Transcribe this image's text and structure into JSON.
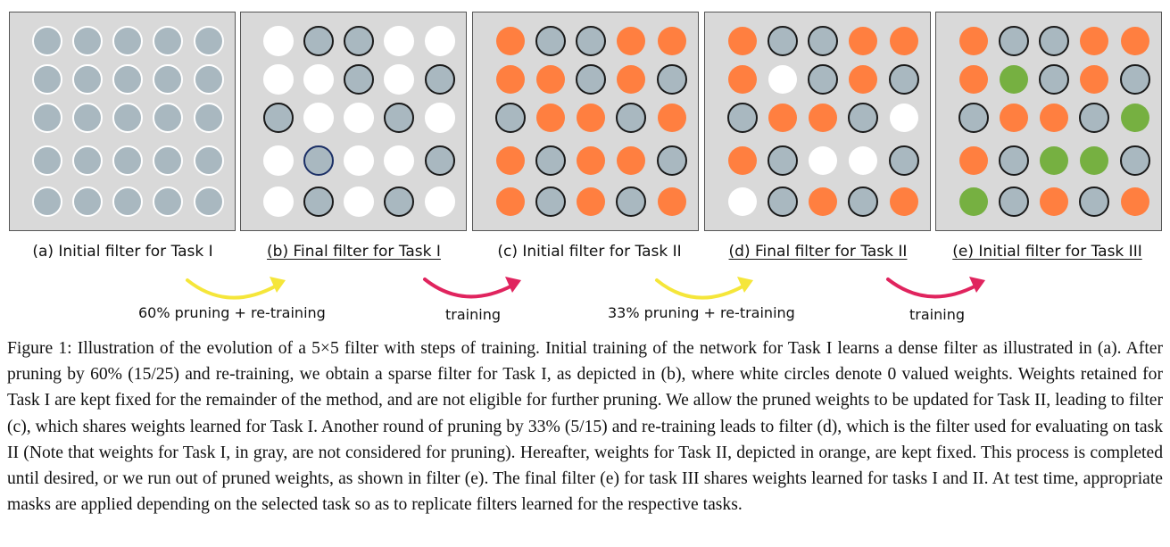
{
  "panels": [
    {
      "id": "a",
      "label": "(a) Initial filter for Task I",
      "underlined": false,
      "grid": [
        [
          "G",
          "G",
          "G",
          "G",
          "G"
        ],
        [
          "G",
          "G",
          "G",
          "G",
          "G"
        ],
        [
          "G",
          "G",
          "G",
          "G",
          "G"
        ],
        [
          "G",
          "G",
          "G",
          "G",
          "G"
        ],
        [
          "G",
          "G",
          "G",
          "G",
          "G"
        ]
      ]
    },
    {
      "id": "b",
      "label": "(b) Final filter for Task I",
      "underlined": true,
      "grid": [
        [
          "W",
          "K",
          "K",
          "W",
          "W"
        ],
        [
          "W",
          "W",
          "K",
          "W",
          "K"
        ],
        [
          "K",
          "W",
          "W",
          "K",
          "W"
        ],
        [
          "W",
          "B",
          "W",
          "W",
          "K"
        ],
        [
          "W",
          "K",
          "W",
          "K",
          "W"
        ]
      ]
    },
    {
      "id": "c",
      "label": "(c) Initial filter for Task II",
      "underlined": false,
      "grid": [
        [
          "O",
          "K",
          "K",
          "O",
          "O"
        ],
        [
          "O",
          "O",
          "K",
          "O",
          "K"
        ],
        [
          "K",
          "O",
          "O",
          "K",
          "O"
        ],
        [
          "O",
          "K",
          "O",
          "O",
          "K"
        ],
        [
          "O",
          "K",
          "O",
          "K",
          "O"
        ]
      ]
    },
    {
      "id": "d",
      "label": "(d) Final filter for Task II",
      "underlined": true,
      "grid": [
        [
          "O",
          "K",
          "K",
          "O",
          "O"
        ],
        [
          "O",
          "W",
          "K",
          "O",
          "K"
        ],
        [
          "K",
          "O",
          "O",
          "K",
          "W"
        ],
        [
          "O",
          "K",
          "W",
          "W",
          "K"
        ],
        [
          "W",
          "K",
          "O",
          "K",
          "O"
        ]
      ]
    },
    {
      "id": "e",
      "label": "(e) Initial filter for Task III",
      "underlined": true,
      "grid": [
        [
          "O",
          "K",
          "K",
          "O",
          "O"
        ],
        [
          "O",
          "V",
          "K",
          "O",
          "K"
        ],
        [
          "K",
          "O",
          "O",
          "K",
          "V"
        ],
        [
          "O",
          "K",
          "V",
          "V",
          "K"
        ],
        [
          "V",
          "K",
          "O",
          "K",
          "O"
        ]
      ]
    }
  ],
  "steps": [
    {
      "label": "60% pruning + re-training",
      "color": "#f5e63a"
    },
    {
      "label": "training",
      "color": "#e0245e"
    },
    {
      "label": "33% pruning + re-training",
      "color": "#f5e63a"
    },
    {
      "label": "training",
      "color": "#e0245e"
    }
  ],
  "colors": {
    "panel_bg": "#d9d9d9",
    "weight_gray": "#a9b8c0",
    "weight_orange": "#ff7f40",
    "weight_green": "#76b041",
    "weight_zero": "#ffffff",
    "ring_black": "#1a1a1a",
    "ring_blue": "#1b2f66"
  },
  "caption": "Figure 1: Illustration of the evolution of a 5×5 filter with steps of training. Initial training of the network for Task I learns a dense filter as illustrated in (a). After pruning by 60% (15/25) and re-training, we obtain a sparse filter for Task I, as depicted in (b), where white circles denote 0 valued weights. Weights retained for Task I are kept fixed for the remainder of the method, and are not eligible for further pruning. We allow the pruned weights to be updated for Task II, leading to filter (c), which shares weights learned for Task I. Another round of pruning by 33% (5/15) and re-training leads to filter (d), which is the filter used for evaluating on task II (Note that weights for Task I, in gray, are not considered for pruning). Hereafter, weights for Task II, depicted in orange, are kept fixed. This process is completed until desired, or we run out of pruned weights, as shown in filter (e). The final filter (e) for task III shares weights learned for tasks I and II. At test time, appropriate masks are applied depending on the selected task so as to replicate filters learned for the respective tasks."
}
